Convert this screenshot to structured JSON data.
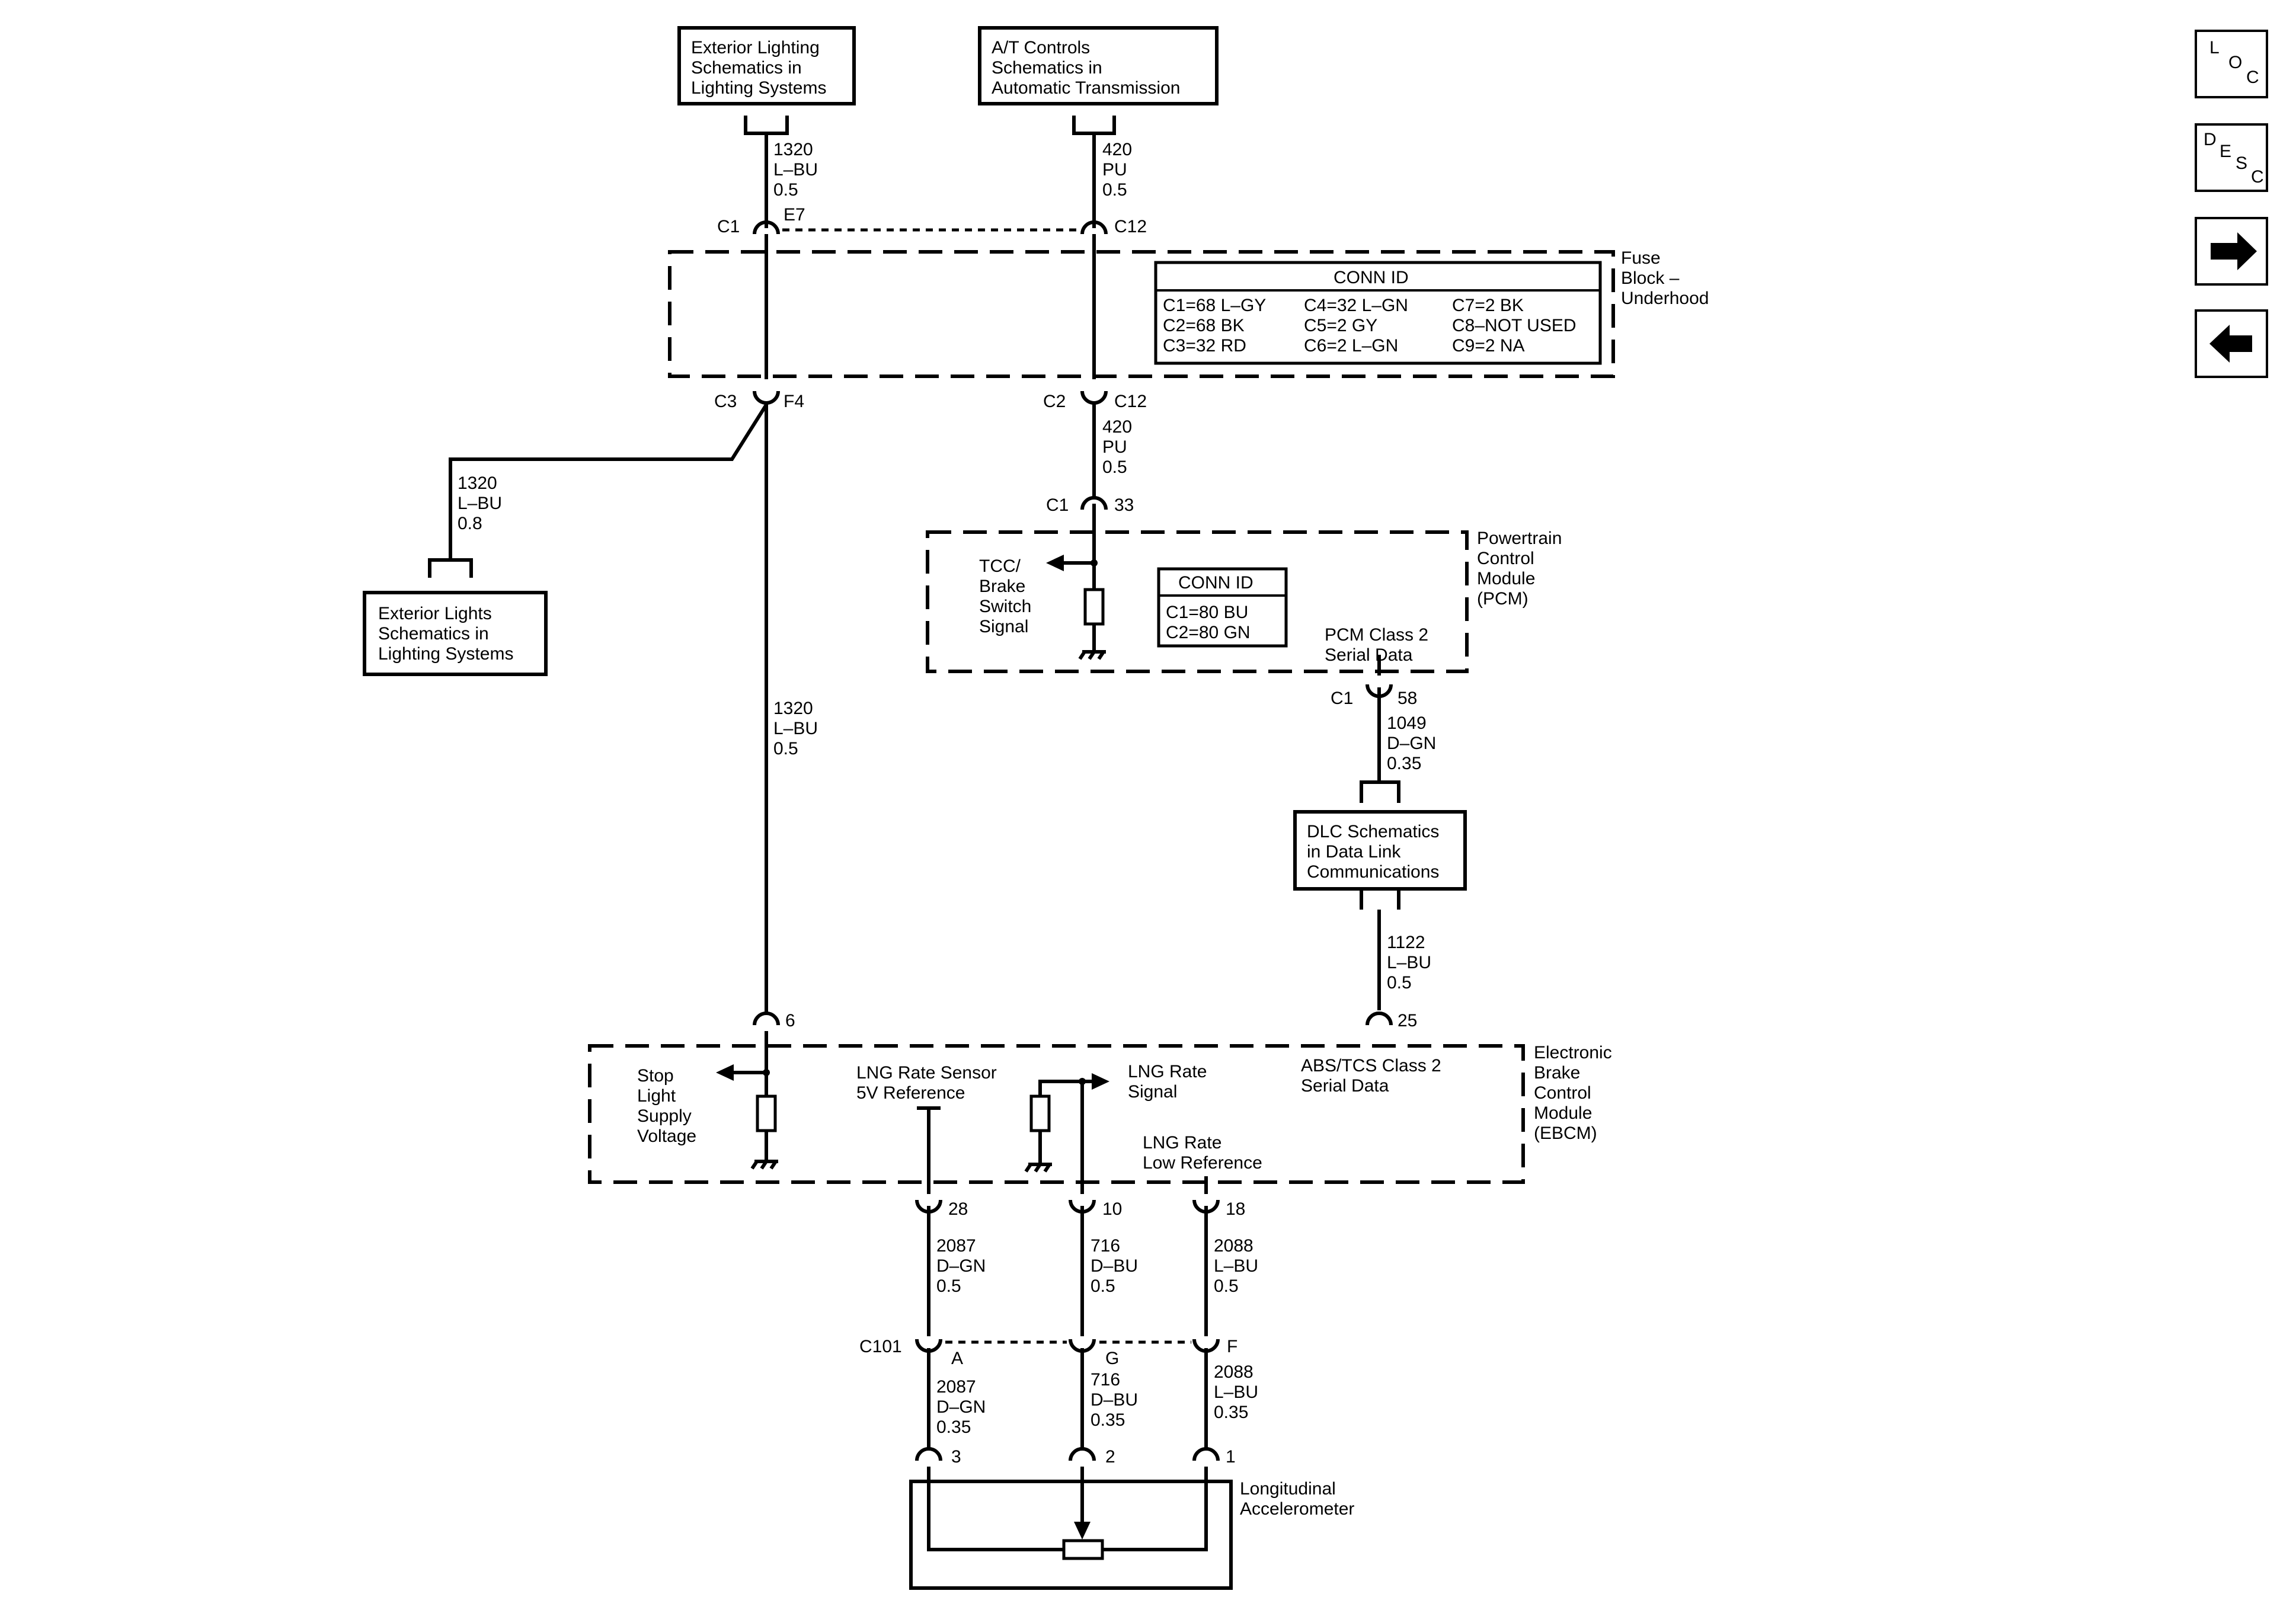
{
  "ref_boxes": {
    "exterior_lighting": [
      "Exterior Lighting",
      "Schematics in",
      "Lighting Systems"
    ],
    "at_controls": [
      "A/T Controls",
      "Schematics in",
      "Automatic Transmission"
    ],
    "exterior_lights": [
      "Exterior Lights",
      "Schematics in",
      "Lighting Systems"
    ],
    "dlc": [
      "DLC Schematics",
      "in Data Link",
      "Communications"
    ]
  },
  "wires": {
    "w1320_top": [
      "1320",
      "L–BU",
      "0.5"
    ],
    "w420_top": [
      "420",
      "PU",
      "0.5"
    ],
    "w420_mid": [
      "420",
      "PU",
      "0.5"
    ],
    "w1320_branch": [
      "1320",
      "L–BU",
      "0.8"
    ],
    "w1320_long": [
      "1320",
      "L–BU",
      "0.5"
    ],
    "w1049": [
      "1049",
      "D–GN",
      "0.35"
    ],
    "w1122": [
      "1122",
      "L–BU",
      "0.5"
    ],
    "w2087_a": [
      "2087",
      "D–GN",
      "0.5"
    ],
    "w716_a": [
      "716",
      "D–BU",
      "0.5"
    ],
    "w2088_a": [
      "2088",
      "L–BU",
      "0.5"
    ],
    "w2087_b": [
      "2087",
      "D–GN",
      "0.35"
    ],
    "w716_b": [
      "716",
      "D–BU",
      "0.35"
    ],
    "w2088_b": [
      "2088",
      "L–BU",
      "0.35"
    ]
  },
  "connectors": {
    "c1": "C1",
    "e7": "E7",
    "c12_top": "C12",
    "c3": "C3",
    "f4": "F4",
    "c2": "C2",
    "c12_bot": "C12",
    "pcm_c1": "C1",
    "pcm_33": "33",
    "pcm_c1b": "C1",
    "pcm_58": "58",
    "ebcm_6": "6",
    "ebcm_25": "25",
    "ebcm_28": "28",
    "ebcm_10": "10",
    "ebcm_18": "18",
    "c101": "C101",
    "pin_a": "A",
    "pin_g": "G",
    "pin_f": "F",
    "acc_3": "3",
    "acc_2": "2",
    "acc_1": "1"
  },
  "fuse_block": {
    "label": [
      "Fuse",
      "Block –",
      "Underhood"
    ],
    "conn_title": "CONN ID",
    "conn_rows": [
      [
        "C1=68 L–GY",
        "C4=32 L–GN",
        "C7=2 BK"
      ],
      [
        "C2=68 BK",
        "C5=2 GY",
        "C8–NOT USED"
      ],
      [
        "C3=32 RD",
        "C6=2 L–GN",
        "C9=2 NA"
      ]
    ]
  },
  "pcm": {
    "label": [
      "Powertrain",
      "Control",
      "Module",
      "(PCM)"
    ],
    "conn_title": "CONN ID",
    "conn_rows": [
      "C1=80 BU",
      "C2=80 GN"
    ],
    "tcc_signal": [
      "TCC/",
      "Brake",
      "Switch",
      "Signal"
    ],
    "class2": [
      "PCM Class 2",
      "Serial Data"
    ]
  },
  "ebcm": {
    "label": [
      "Electronic",
      "Brake",
      "Control",
      "Module",
      "(EBCM)"
    ],
    "stop_light": [
      "Stop",
      "Light",
      "Supply",
      "Voltage"
    ],
    "lng_ref": [
      "LNG Rate Sensor",
      "5V Reference"
    ],
    "lng_signal": [
      "LNG Rate",
      "Signal"
    ],
    "lng_low": [
      "LNG Rate",
      "Low Reference"
    ],
    "abs_class2": [
      "ABS/TCS Class 2",
      "Serial Data"
    ]
  },
  "accelerometer": {
    "label": [
      "Longitudinal",
      "Accelerometer"
    ]
  },
  "nav": {
    "loc": [
      "L",
      "O",
      "C"
    ],
    "desc": [
      "D",
      "E",
      "S",
      "C"
    ]
  }
}
